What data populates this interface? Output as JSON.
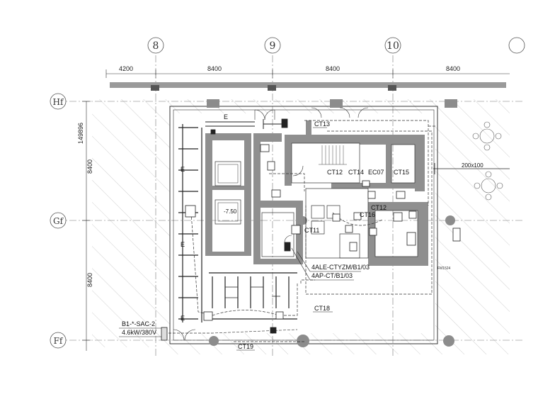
{
  "colors": {
    "line": "#222222",
    "wall": "#8c8c8c",
    "hatch": "#bdbdbd",
    "axis": "#666666",
    "background": "#ffffff"
  },
  "axes": {
    "columns": [
      "8",
      "9",
      "10"
    ],
    "rows": [
      "Hf",
      "Gf",
      "Ff"
    ]
  },
  "dimensions": {
    "top": [
      "4200",
      "8400",
      "8400",
      "8400"
    ],
    "left_total": "149896",
    "left": [
      "8400",
      "8400"
    ]
  },
  "tags": {
    "ct13": "CT13",
    "ct12": "CT12",
    "ct14": "CT14",
    "ec07": "EC07",
    "ct15": "CT15",
    "ct12b": "CT12",
    "ct16": "CT16",
    "ct11": "CT11",
    "ct18": "CT18",
    "ct19": "CT19",
    "panel1": "4ALE-CTYZM/B1/03",
    "panel2": "4AP-CT/B1/03",
    "unit_id": "B1-*-SAC-2",
    "unit_power": "4.6kW/380V",
    "level": "-7.50",
    "bus": "200x100",
    "door": "FM1524",
    "e_mark": "E"
  }
}
